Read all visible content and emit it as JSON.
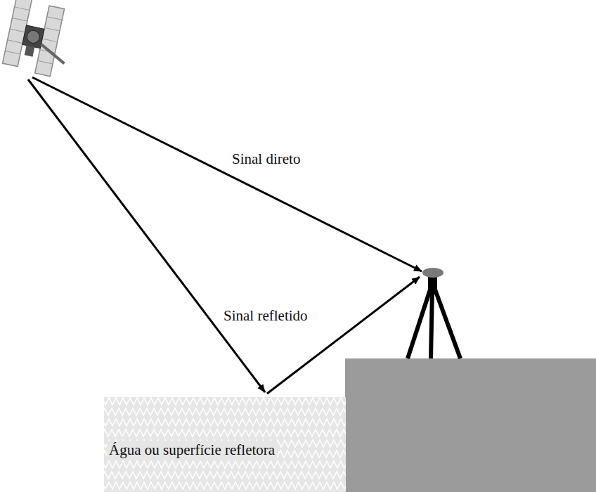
{
  "diagram": {
    "nodes": [
      {
        "text": [
          "Água ou superfície refletora"
        ]
      }
    ],
    "labels": [
      "Sinal direto",
      "Sinal refletido"
    ]
  }
}
